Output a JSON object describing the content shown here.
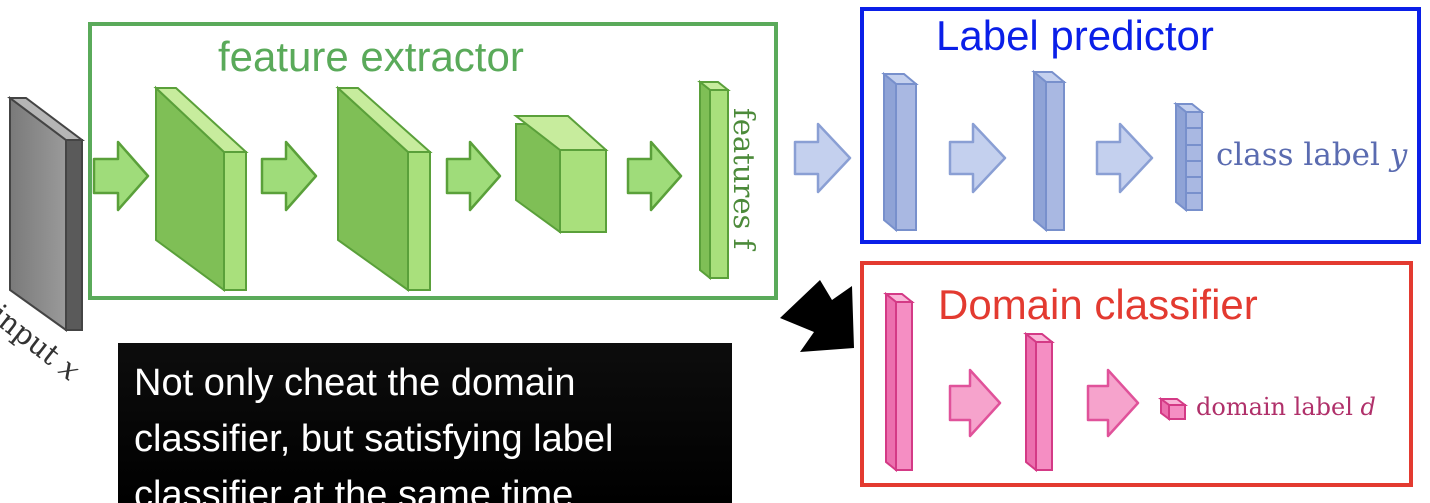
{
  "feature_extractor": {
    "title": "feature extractor",
    "features_label": "features ",
    "features_symbol": "f"
  },
  "label_predictor": {
    "title": "Label predictor",
    "output_label": "class label ",
    "output_symbol": "y"
  },
  "domain_classifier": {
    "title": "Domain classifier",
    "output_label": "domain label ",
    "output_symbol": "d"
  },
  "input": {
    "label": "input ",
    "symbol": "x"
  },
  "note": {
    "text": "Not only cheat the domain classifier, but satisfying label classifier at the same time"
  },
  "colors": {
    "green": "#5aaa5a",
    "blue": "#0a1fe8",
    "red": "#e33a30",
    "pink": "#f27ab8",
    "periwinkle": "#8fa3d6"
  }
}
